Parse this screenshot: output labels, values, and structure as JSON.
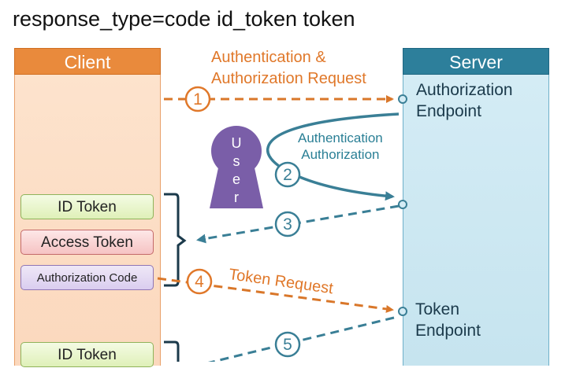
{
  "title": "response_type=code id_token token",
  "client": {
    "header": "Client"
  },
  "server": {
    "header": "Server",
    "authorization_endpoint": [
      "Authorization",
      "Endpoint"
    ],
    "token_endpoint": [
      "Token",
      "Endpoint"
    ]
  },
  "user": {
    "letters": [
      "U",
      "s",
      "e",
      "r"
    ]
  },
  "steps": {
    "s1": {
      "number": "1",
      "label": [
        "Authentication &",
        "Authorization Request"
      ]
    },
    "s2": {
      "number": "2",
      "label": [
        "Authentication",
        "Authorization"
      ]
    },
    "s3": {
      "number": "3"
    },
    "s4": {
      "number": "4",
      "label": "Token Request"
    },
    "s5": {
      "number": "5"
    }
  },
  "tokens_group1": [
    "ID Token",
    "Access Token",
    "Authorization Code"
  ],
  "tokens_group2": [
    "ID Token"
  ],
  "colors": {
    "client_orange": "#e98a3c",
    "server_teal": "#2d7f9b",
    "arrow_orange": "#d9772a",
    "arrow_teal": "#3a7f96",
    "user_purple": "#7a5ea8"
  }
}
